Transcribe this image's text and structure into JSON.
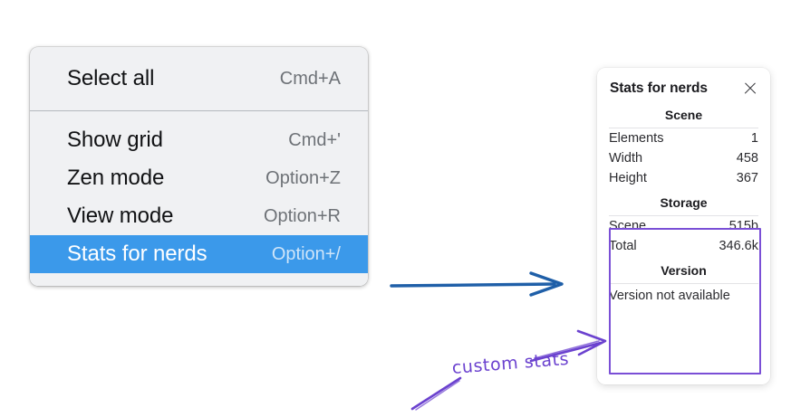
{
  "menu": {
    "groups": [
      {
        "items": [
          {
            "label": "Select all",
            "shortcut": "Cmd+A",
            "selected": false,
            "name": "select-all"
          }
        ]
      },
      {
        "items": [
          {
            "label": "Show grid",
            "shortcut": "Cmd+'",
            "selected": false,
            "name": "show-grid"
          },
          {
            "label": "Zen mode",
            "shortcut": "Option+Z",
            "selected": false,
            "name": "zen-mode"
          },
          {
            "label": "View mode",
            "shortcut": "Option+R",
            "selected": false,
            "name": "view-mode"
          },
          {
            "label": "Stats for nerds",
            "shortcut": "Option+/",
            "selected": true,
            "name": "stats-for-nerds"
          }
        ]
      }
    ],
    "highlight_color": "#3b99ea",
    "background_color": "#f0f1f3"
  },
  "stats_panel": {
    "title": "Stats for nerds",
    "close_icon": "close-icon",
    "sections": [
      {
        "heading": "Scene",
        "rows": [
          {
            "key": "Elements",
            "value": "1"
          },
          {
            "key": "Width",
            "value": "458"
          },
          {
            "key": "Height",
            "value": "367"
          }
        ]
      },
      {
        "heading": "Storage",
        "rows": [
          {
            "key": "Scene",
            "value": "515b"
          },
          {
            "key": "Total",
            "value": "346.6k"
          }
        ]
      },
      {
        "heading": "Version",
        "full_rows": [
          "Version not available"
        ]
      }
    ]
  },
  "annotations": {
    "handwritten_label": "custom stats",
    "handwriting_color": "#6b42cf",
    "highlight_box_color": "#7a4fd6",
    "flow_arrow_color": "#1f5fa8"
  }
}
